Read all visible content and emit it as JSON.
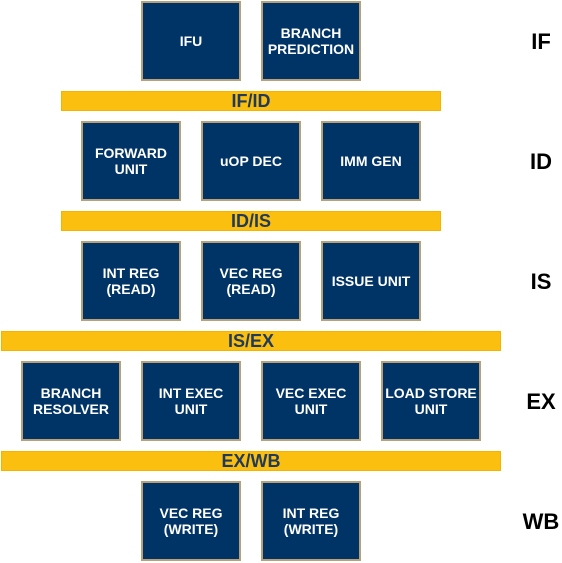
{
  "stages": {
    "if": "IF",
    "id": "ID",
    "is": "IS",
    "ex": "EX",
    "wb": "WB"
  },
  "pipeline_registers": {
    "if_id": "IF/ID",
    "id_is": "ID/IS",
    "is_ex": "IS/EX",
    "ex_wb": "EX/WB"
  },
  "units": {
    "ifu": "IFU",
    "branch_prediction": "BRANCH\nPREDICTION",
    "forward_unit": "FORWARD\nUNIT",
    "uop_dec": "uOP DEC",
    "imm_gen": "IMM GEN",
    "int_reg_read": "INT REG\n(READ)",
    "vec_reg_read": "VEC REG\n(READ)",
    "issue_unit": "ISSUE UNIT",
    "branch_resolver": "BRANCH\nRESOLVER",
    "int_exec_unit": "INT EXEC\nUNIT",
    "vec_exec_unit": "VEC EXEC\nUNIT",
    "load_store_unit": "LOAD STORE\nUNIT",
    "vec_reg_write": "VEC REG\n(WRITE)",
    "int_reg_write": "INT REG\n(WRITE)"
  },
  "colors": {
    "unit_fill": "#003366",
    "unit_border": "#b8a07a",
    "unit_text": "#ffffff",
    "register_fill": "#fbbf10",
    "register_text": "#1f3a5c",
    "stage_text": "#000000"
  }
}
